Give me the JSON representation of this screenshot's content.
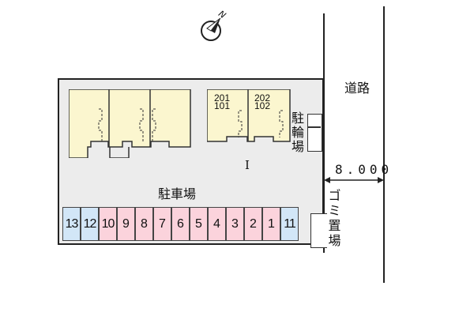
{
  "north_marker": {
    "label": "N",
    "icon": "north-arrow-icon"
  },
  "road": {
    "label": "道路",
    "width_label": "8.000"
  },
  "parking": {
    "label": "駐車場",
    "spaces": [
      {
        "label": "13",
        "type": "blue"
      },
      {
        "label": "12",
        "type": "blue"
      },
      {
        "label": "10",
        "type": "pink"
      },
      {
        "label": "9",
        "type": "pink"
      },
      {
        "label": "8",
        "type": "pink"
      },
      {
        "label": "7",
        "type": "pink"
      },
      {
        "label": "6",
        "type": "pink"
      },
      {
        "label": "5",
        "type": "pink"
      },
      {
        "label": "4",
        "type": "pink"
      },
      {
        "label": "3",
        "type": "pink"
      },
      {
        "label": "2",
        "type": "pink"
      },
      {
        "label": "1",
        "type": "pink"
      },
      {
        "label": "11",
        "type": "blue"
      }
    ]
  },
  "bicycle_parking": {
    "label": "駐輪場"
  },
  "garbage_area": {
    "label": "ゴミ置場"
  },
  "units": {
    "upper": [
      "201",
      "202"
    ],
    "lower": [
      "101",
      "102"
    ]
  },
  "marker_i": "I",
  "colors": {
    "building_fill": "#fbf6cf",
    "pink_space": "#fbd3dc",
    "blue_space": "#d2e6f7",
    "lot_fill": "#ececec"
  }
}
